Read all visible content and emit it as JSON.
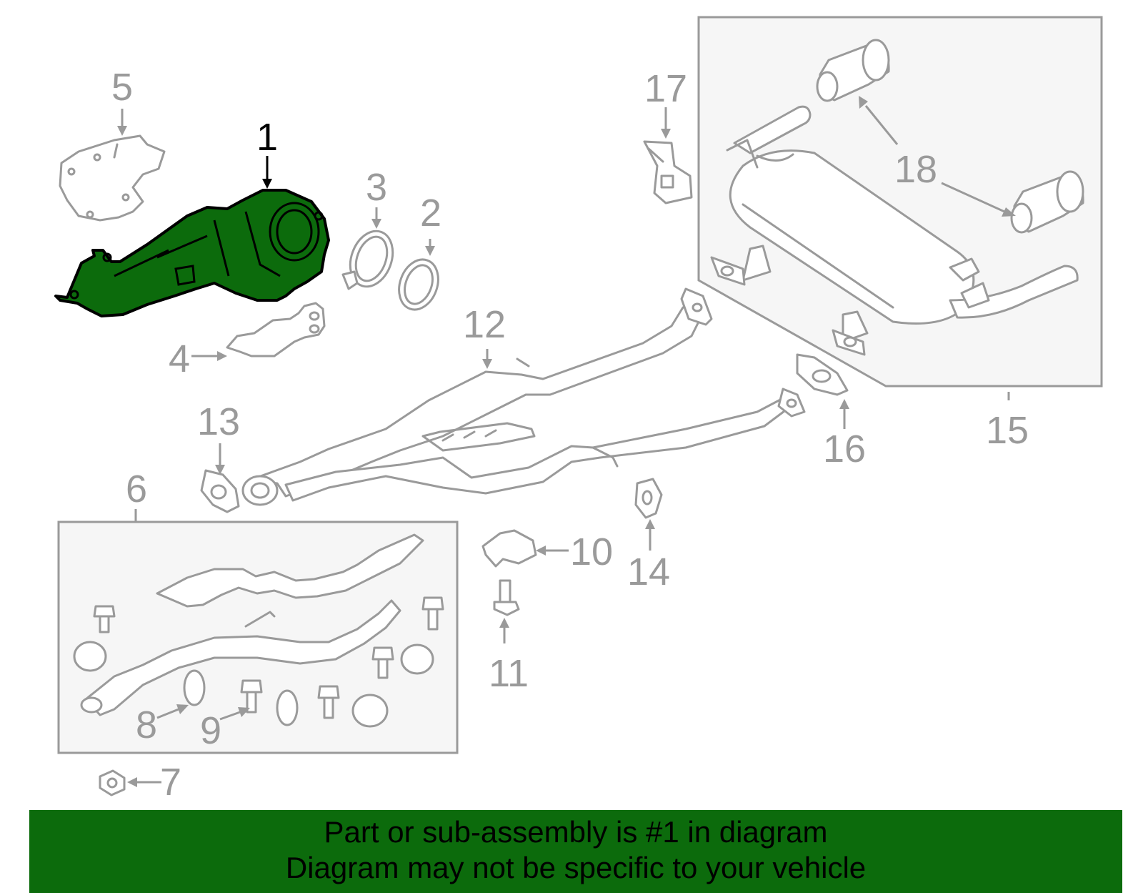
{
  "callouts": {
    "c1": "1",
    "c2": "2",
    "c3": "3",
    "c4": "4",
    "c5": "5",
    "c6": "6",
    "c7": "7",
    "c8": "8",
    "c9": "9",
    "c10": "10",
    "c11": "11",
    "c12": "12",
    "c13": "13",
    "c14": "14",
    "c15": "15",
    "c16": "16",
    "c17": "17",
    "c18": "18"
  },
  "highlighted_part": "1",
  "colors": {
    "highlight": "#0c6b0c",
    "line_art": "#9a9a9a",
    "banner": "#0c6b0c"
  },
  "banner": {
    "line1": "Part or sub-assembly is #1 in diagram",
    "line2": "Diagram may not be specific to your vehicle"
  }
}
